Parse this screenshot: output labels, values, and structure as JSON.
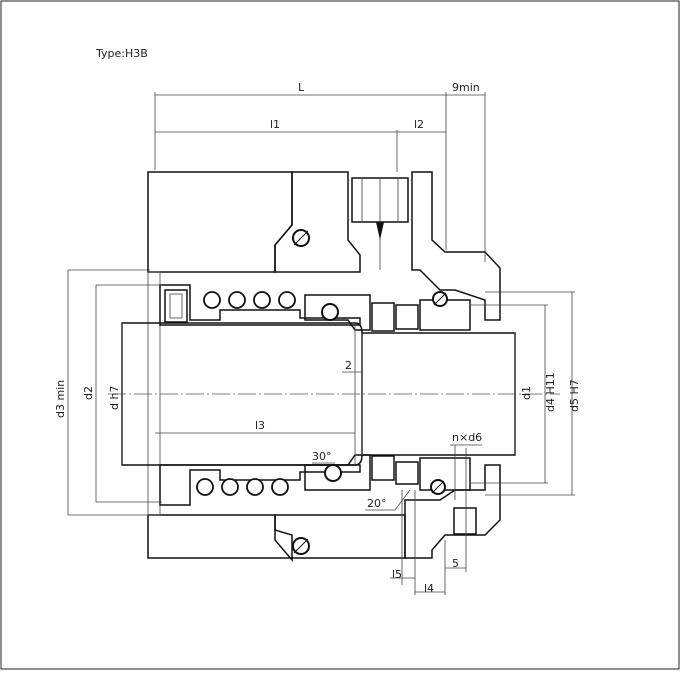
{
  "title": "Type:H3B",
  "dimensions": {
    "L": "L",
    "nine_min": "9min",
    "l1": "l1",
    "l2": "l2",
    "l3": "l3",
    "l4": "l4",
    "l5": "l5",
    "five": "5",
    "two": "2",
    "n_d6": "n×d6",
    "angle30": "30°",
    "angle20": "20°",
    "d3": "d3 min",
    "d2": "d2",
    "dh7": "d h7",
    "d1": "d1",
    "d4": "d4 H11",
    "d5": "d5 H7"
  }
}
